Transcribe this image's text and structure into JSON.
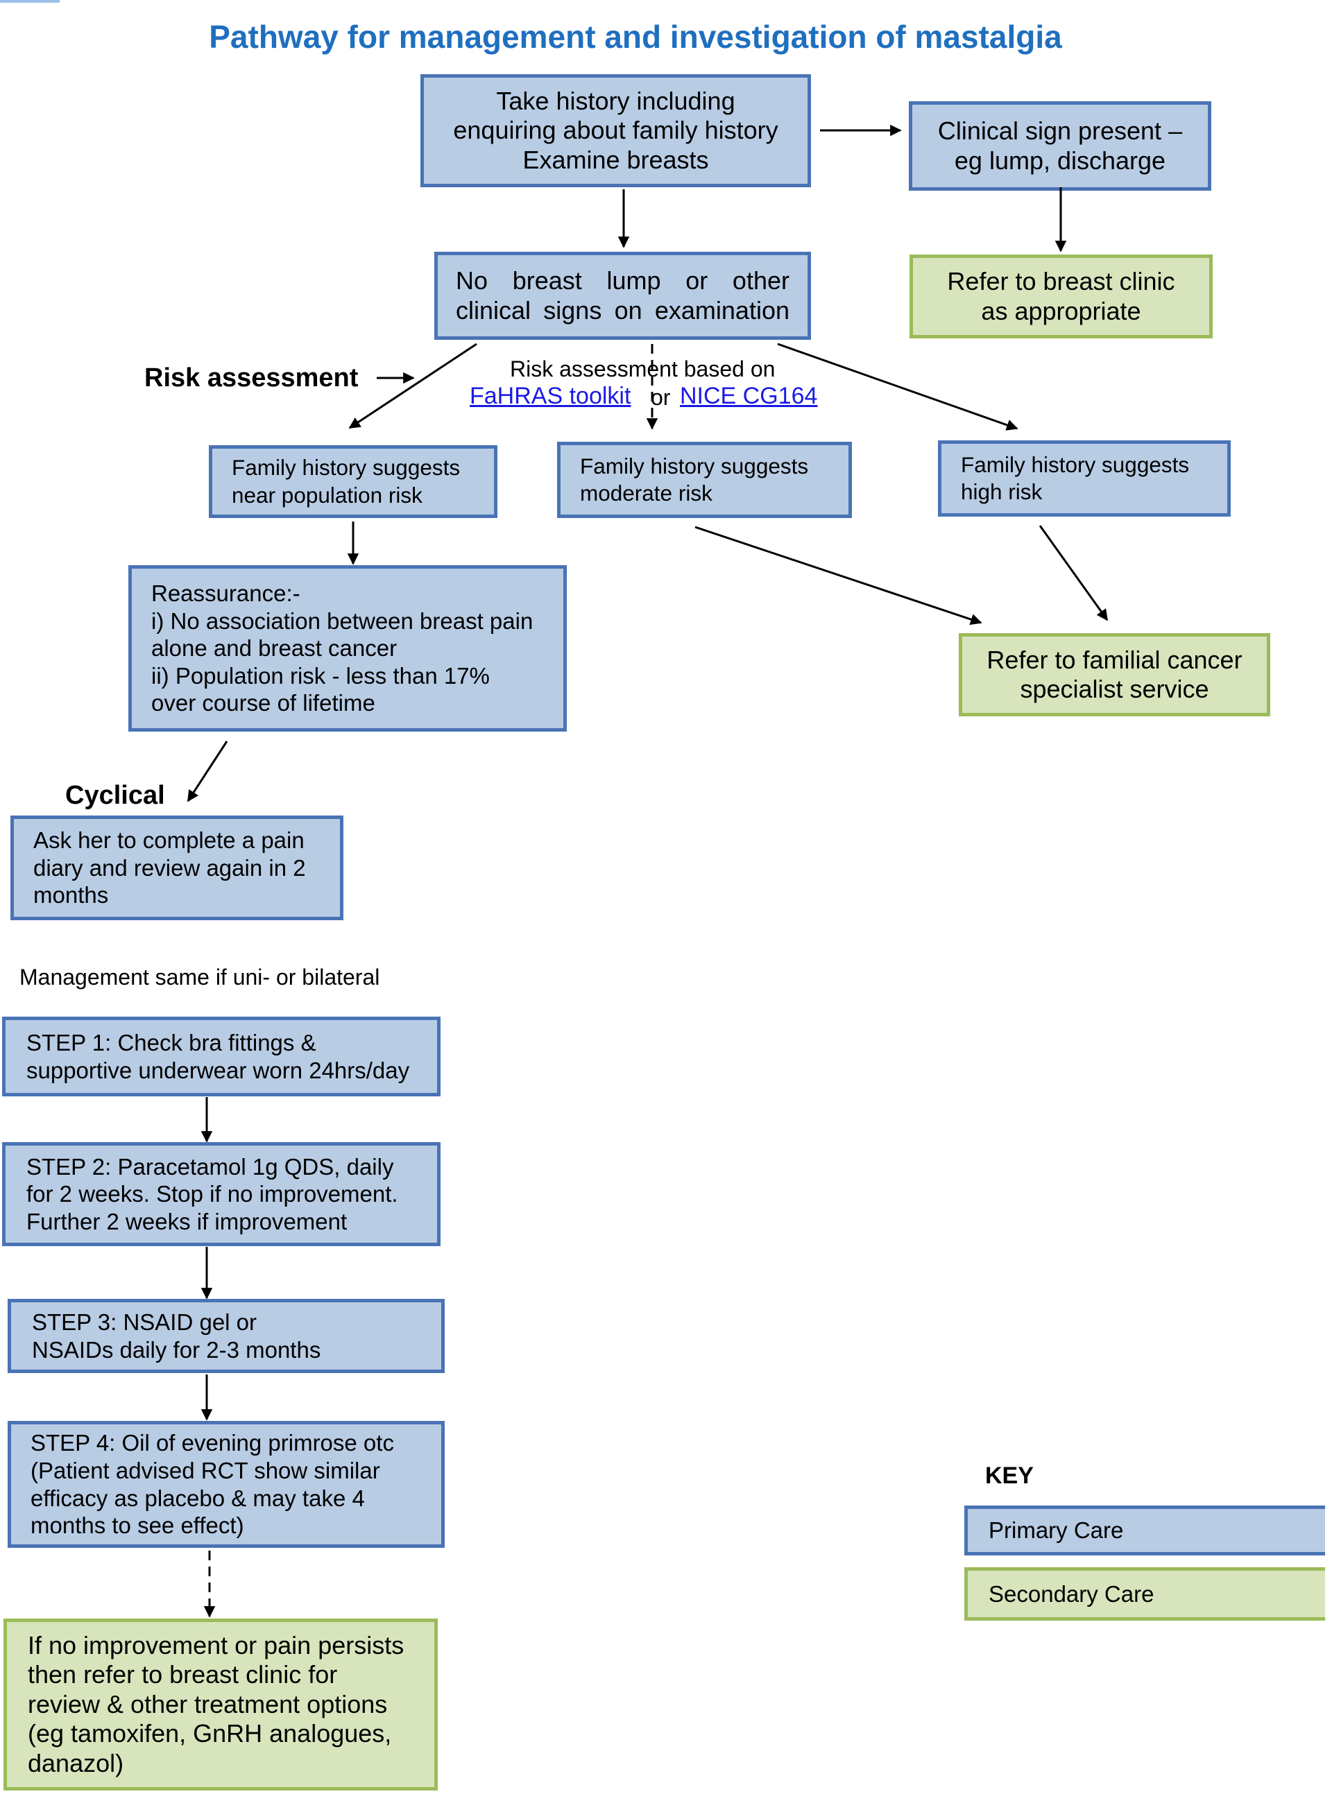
{
  "title": "Pathway for management and investigation of mastalgia",
  "boxes": {
    "history": [
      "Take history including",
      "enquiring about family history",
      "Examine breasts"
    ],
    "clinical_sign": [
      "Clinical sign present –",
      "eg lump, discharge"
    ],
    "refer_breast_clinic": [
      "Refer to breast clinic",
      "as appropriate"
    ],
    "no_lump": [
      "No breast lump or other",
      "clinical signs on examination"
    ],
    "near_population": [
      "Family history suggests",
      "near population risk"
    ],
    "moderate": [
      "Family history suggests",
      "moderate risk"
    ],
    "high": [
      "Family history suggests",
      "high risk"
    ],
    "reassurance": [
      "Reassurance:-",
      "i) No association between breast pain",
      "alone and breast cancer",
      "ii) Population risk - less than 17%",
      "over course of lifetime"
    ],
    "familial_service": [
      "Refer to familial cancer",
      "specialist service"
    ],
    "pain_diary": [
      "Ask her to complete a pain",
      "diary and review again in 2",
      "months"
    ],
    "step1": [
      "STEP 1: Check bra fittings &",
      "supportive underwear worn 24hrs/day"
    ],
    "step2": [
      "STEP 2: Paracetamol 1g QDS, daily",
      "for 2 weeks. Stop if no improvement.",
      "Further 2 weeks if improvement"
    ],
    "step3": [
      "STEP 3: NSAID gel or",
      "NSAIDs daily for 2-3 months"
    ],
    "step4": [
      "STEP 4: Oil of evening primrose otc",
      "(Patient advised RCT show similar",
      "efficacy as placebo & may take 4",
      "months to see effect)"
    ],
    "refer_final": [
      "If no improvement or pain persists",
      "then refer to breast clinic for",
      "review & other treatment options",
      "(eg tamoxifen, GnRH analogues,",
      "danazol)"
    ]
  },
  "labels": {
    "risk_assessment": "Risk assessment",
    "risk_based_on": "Risk assessment based on",
    "fahras_link": "FaHRAS toolkit",
    "or_text": "or",
    "nice_link": "NICE CG164",
    "cyclical": "Cyclical",
    "management_same": "Management same if uni- or bilateral"
  },
  "key": {
    "title": "KEY",
    "primary": "Primary Care",
    "secondary": "Secondary Care"
  },
  "colors": {
    "title": "#1f6fbf",
    "primary_fill": "#b8cce4",
    "primary_border": "#4a73b6",
    "secondary_fill": "#d8e4bc",
    "secondary_border": "#9bbb59",
    "link": "#1a1ae6"
  }
}
